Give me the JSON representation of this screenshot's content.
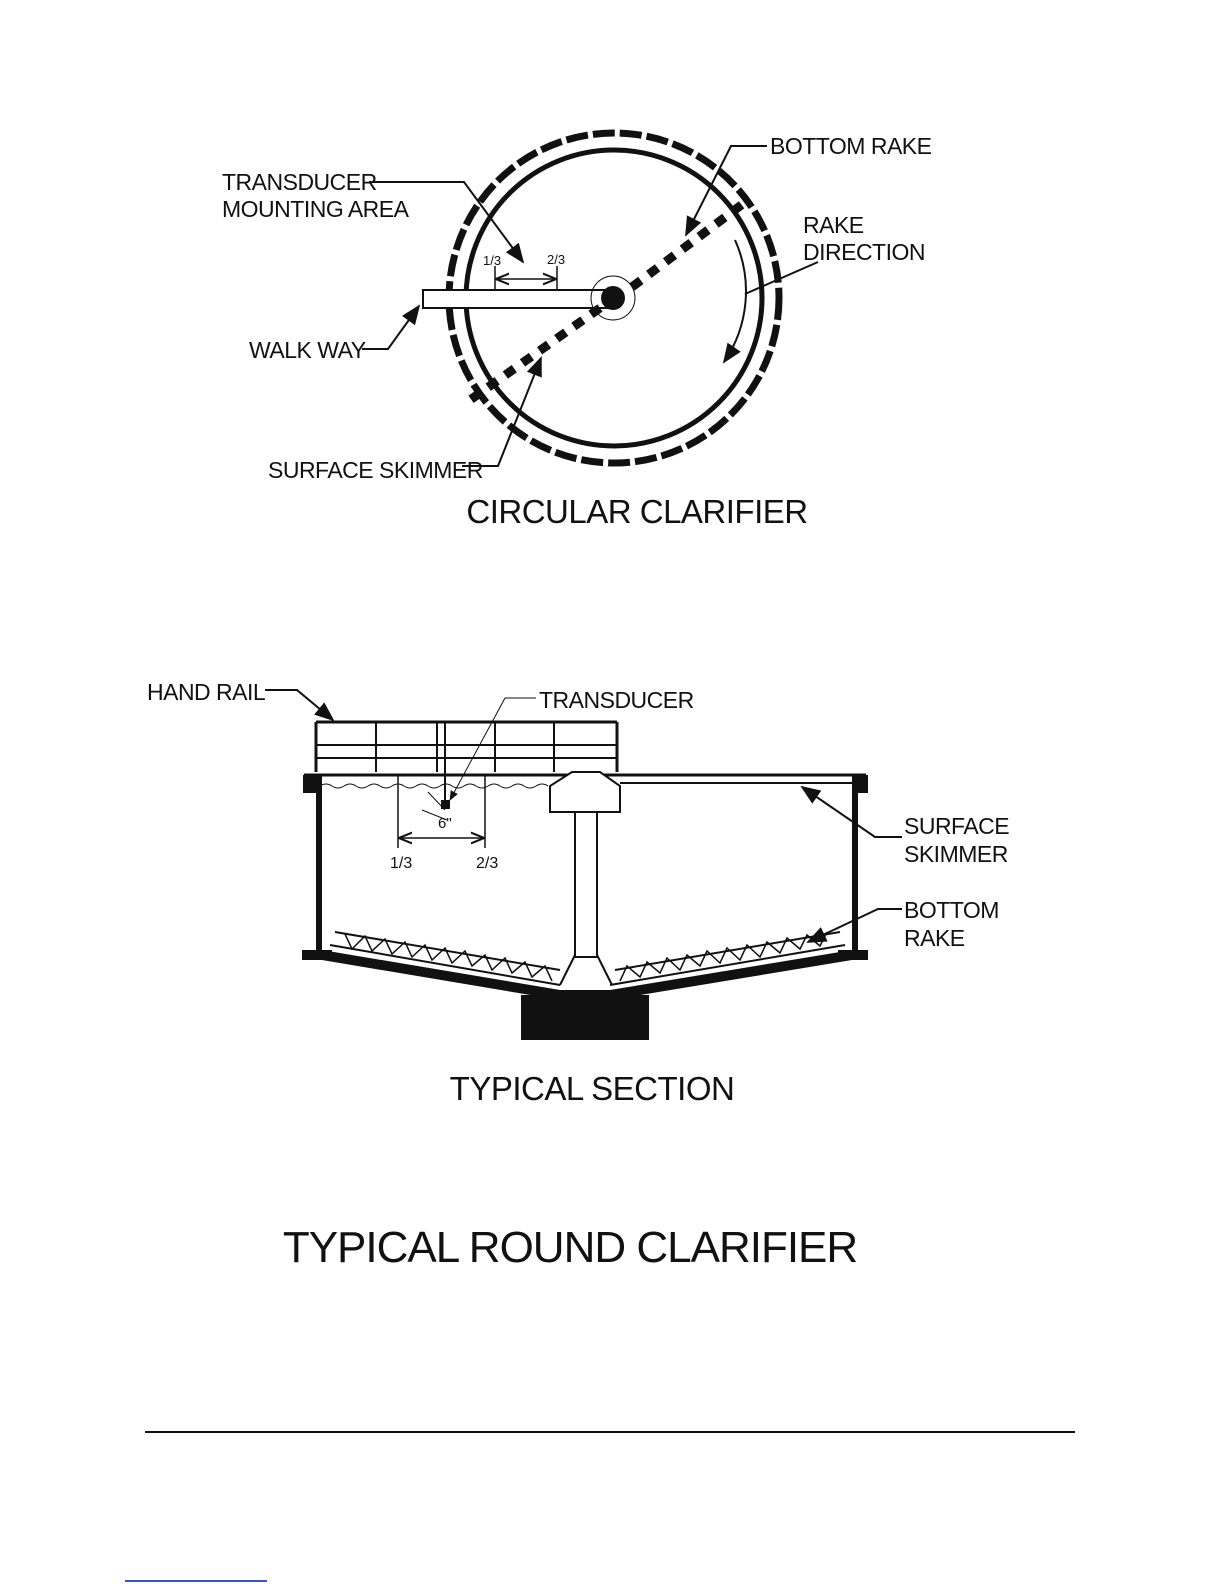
{
  "plan": {
    "title": "CIRCULAR CLARIFIER",
    "labels": {
      "bottom_rake": "BOTTOM RAKE",
      "transducer_line1": "TRANSDUCER",
      "transducer_line2": "MOUNTING AREA",
      "rake_direction_line1": "RAKE",
      "rake_direction_line2": "DIRECTION",
      "walk_way": "WALK WAY",
      "surface_skimmer": "SURFACE SKIMMER",
      "one_third": "1/3",
      "two_third": "2/3"
    }
  },
  "section": {
    "title": "TYPICAL SECTION",
    "labels": {
      "hand_rail": "HAND RAIL",
      "transducer": "TRANSDUCER",
      "six_inch": "6\"",
      "one_third": "1/3",
      "two_third": "2/3",
      "surface_skimmer_line1": "SURFACE",
      "surface_skimmer_line2": "SKIMMER",
      "bottom_rake_line1": "BOTTOM",
      "bottom_rake_line2": "RAKE"
    }
  },
  "page": {
    "main_title": "TYPICAL ROUND CLARIFIER"
  },
  "colors": {
    "ink": "#111111",
    "footer_link": "#3355cc"
  }
}
